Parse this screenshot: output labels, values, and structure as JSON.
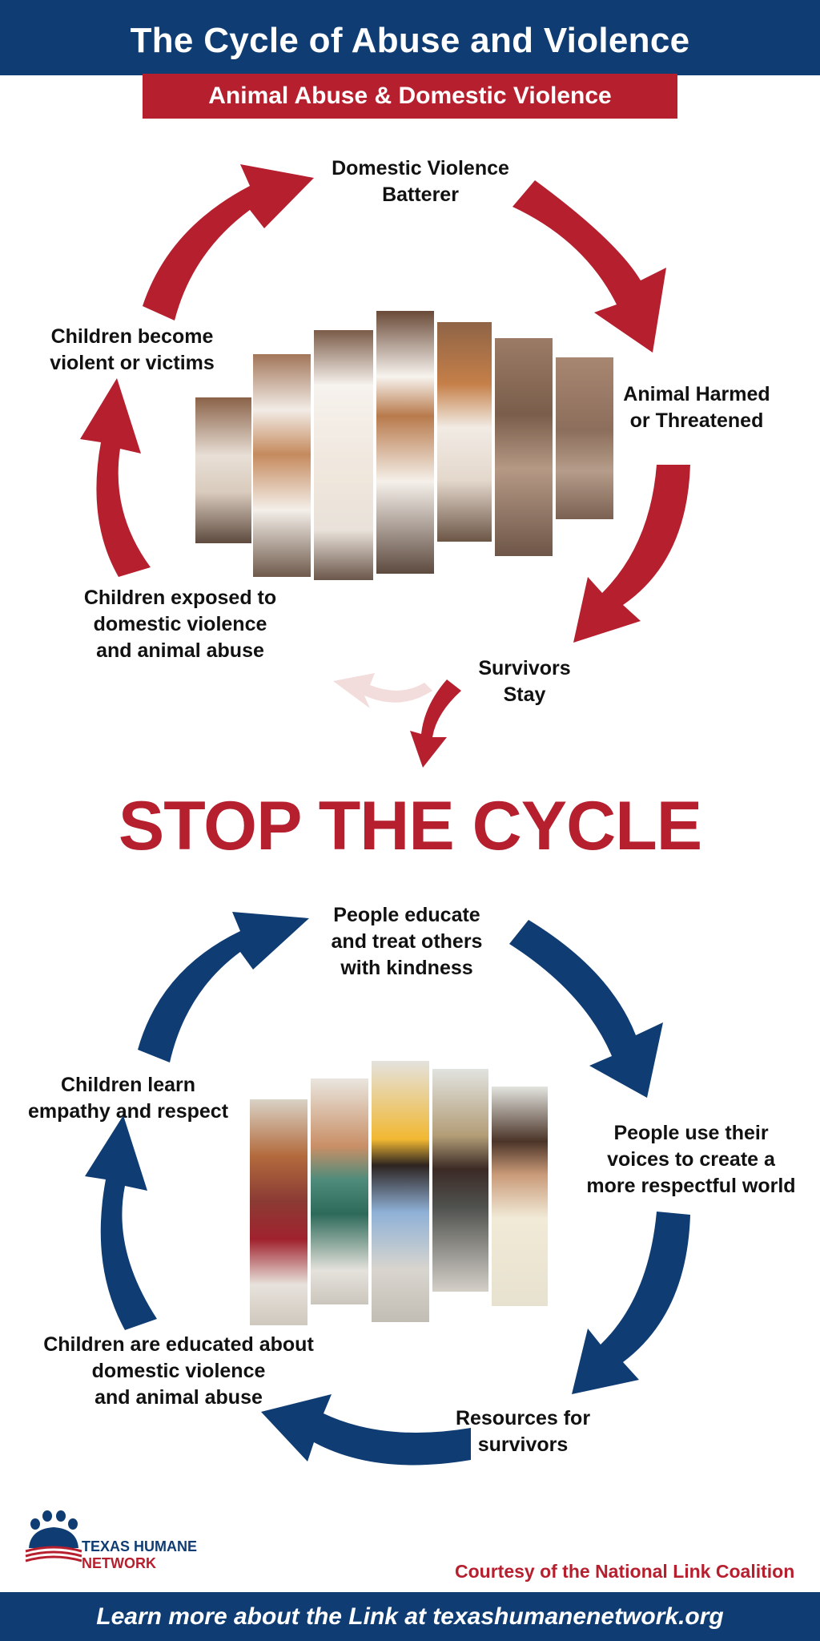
{
  "header": {
    "title": "The Cycle of Abuse and Violence",
    "subtitle": "Animal Abuse & Domestic Violence"
  },
  "colors": {
    "navy": "#0f3d73",
    "red": "#b51f2e"
  },
  "abuse_cycle": {
    "nodes": [
      {
        "id": "batterer",
        "line1": "Domestic Violence",
        "line2": "Batterer",
        "line3": ""
      },
      {
        "id": "animal",
        "line1": "Animal Harmed",
        "line2": "or Threatened",
        "line3": ""
      },
      {
        "id": "survivors",
        "line1": "Survivors",
        "line2": "Stay",
        "line3": ""
      },
      {
        "id": "exposed",
        "line1": "Children exposed to",
        "line2": "domestic violence",
        "line3": "and animal abuse"
      },
      {
        "id": "become",
        "line1": "Children become",
        "line2": "violent or victims",
        "line3": ""
      }
    ],
    "image": "puppy-photo"
  },
  "stop_text": "STOP THE CYCLE",
  "kindness_cycle": {
    "nodes": [
      {
        "id": "educate",
        "line1": "People educate",
        "line2": "and treat others",
        "line3": "with kindness"
      },
      {
        "id": "voices",
        "line1": "People use their",
        "line2": "voices to create a",
        "line3": "more respectful world"
      },
      {
        "id": "resources",
        "line1": "Resources for",
        "line2": "survivors",
        "line3": ""
      },
      {
        "id": "educated",
        "line1": "Children are educated about",
        "line2": "domestic violence",
        "line3": "and animal abuse"
      },
      {
        "id": "empathy",
        "line1": "Children learn",
        "line2": "empathy and respect",
        "line3": ""
      }
    ],
    "image": "classroom-children-photo"
  },
  "logo": {
    "line1": "TEXAS HUMANE",
    "line2": "NETWORK",
    "icon": "paw-icon"
  },
  "courtesy": "Courtesy of the National Link Coalition",
  "footer": "Learn more about the Link at texashumanenetwork.org"
}
